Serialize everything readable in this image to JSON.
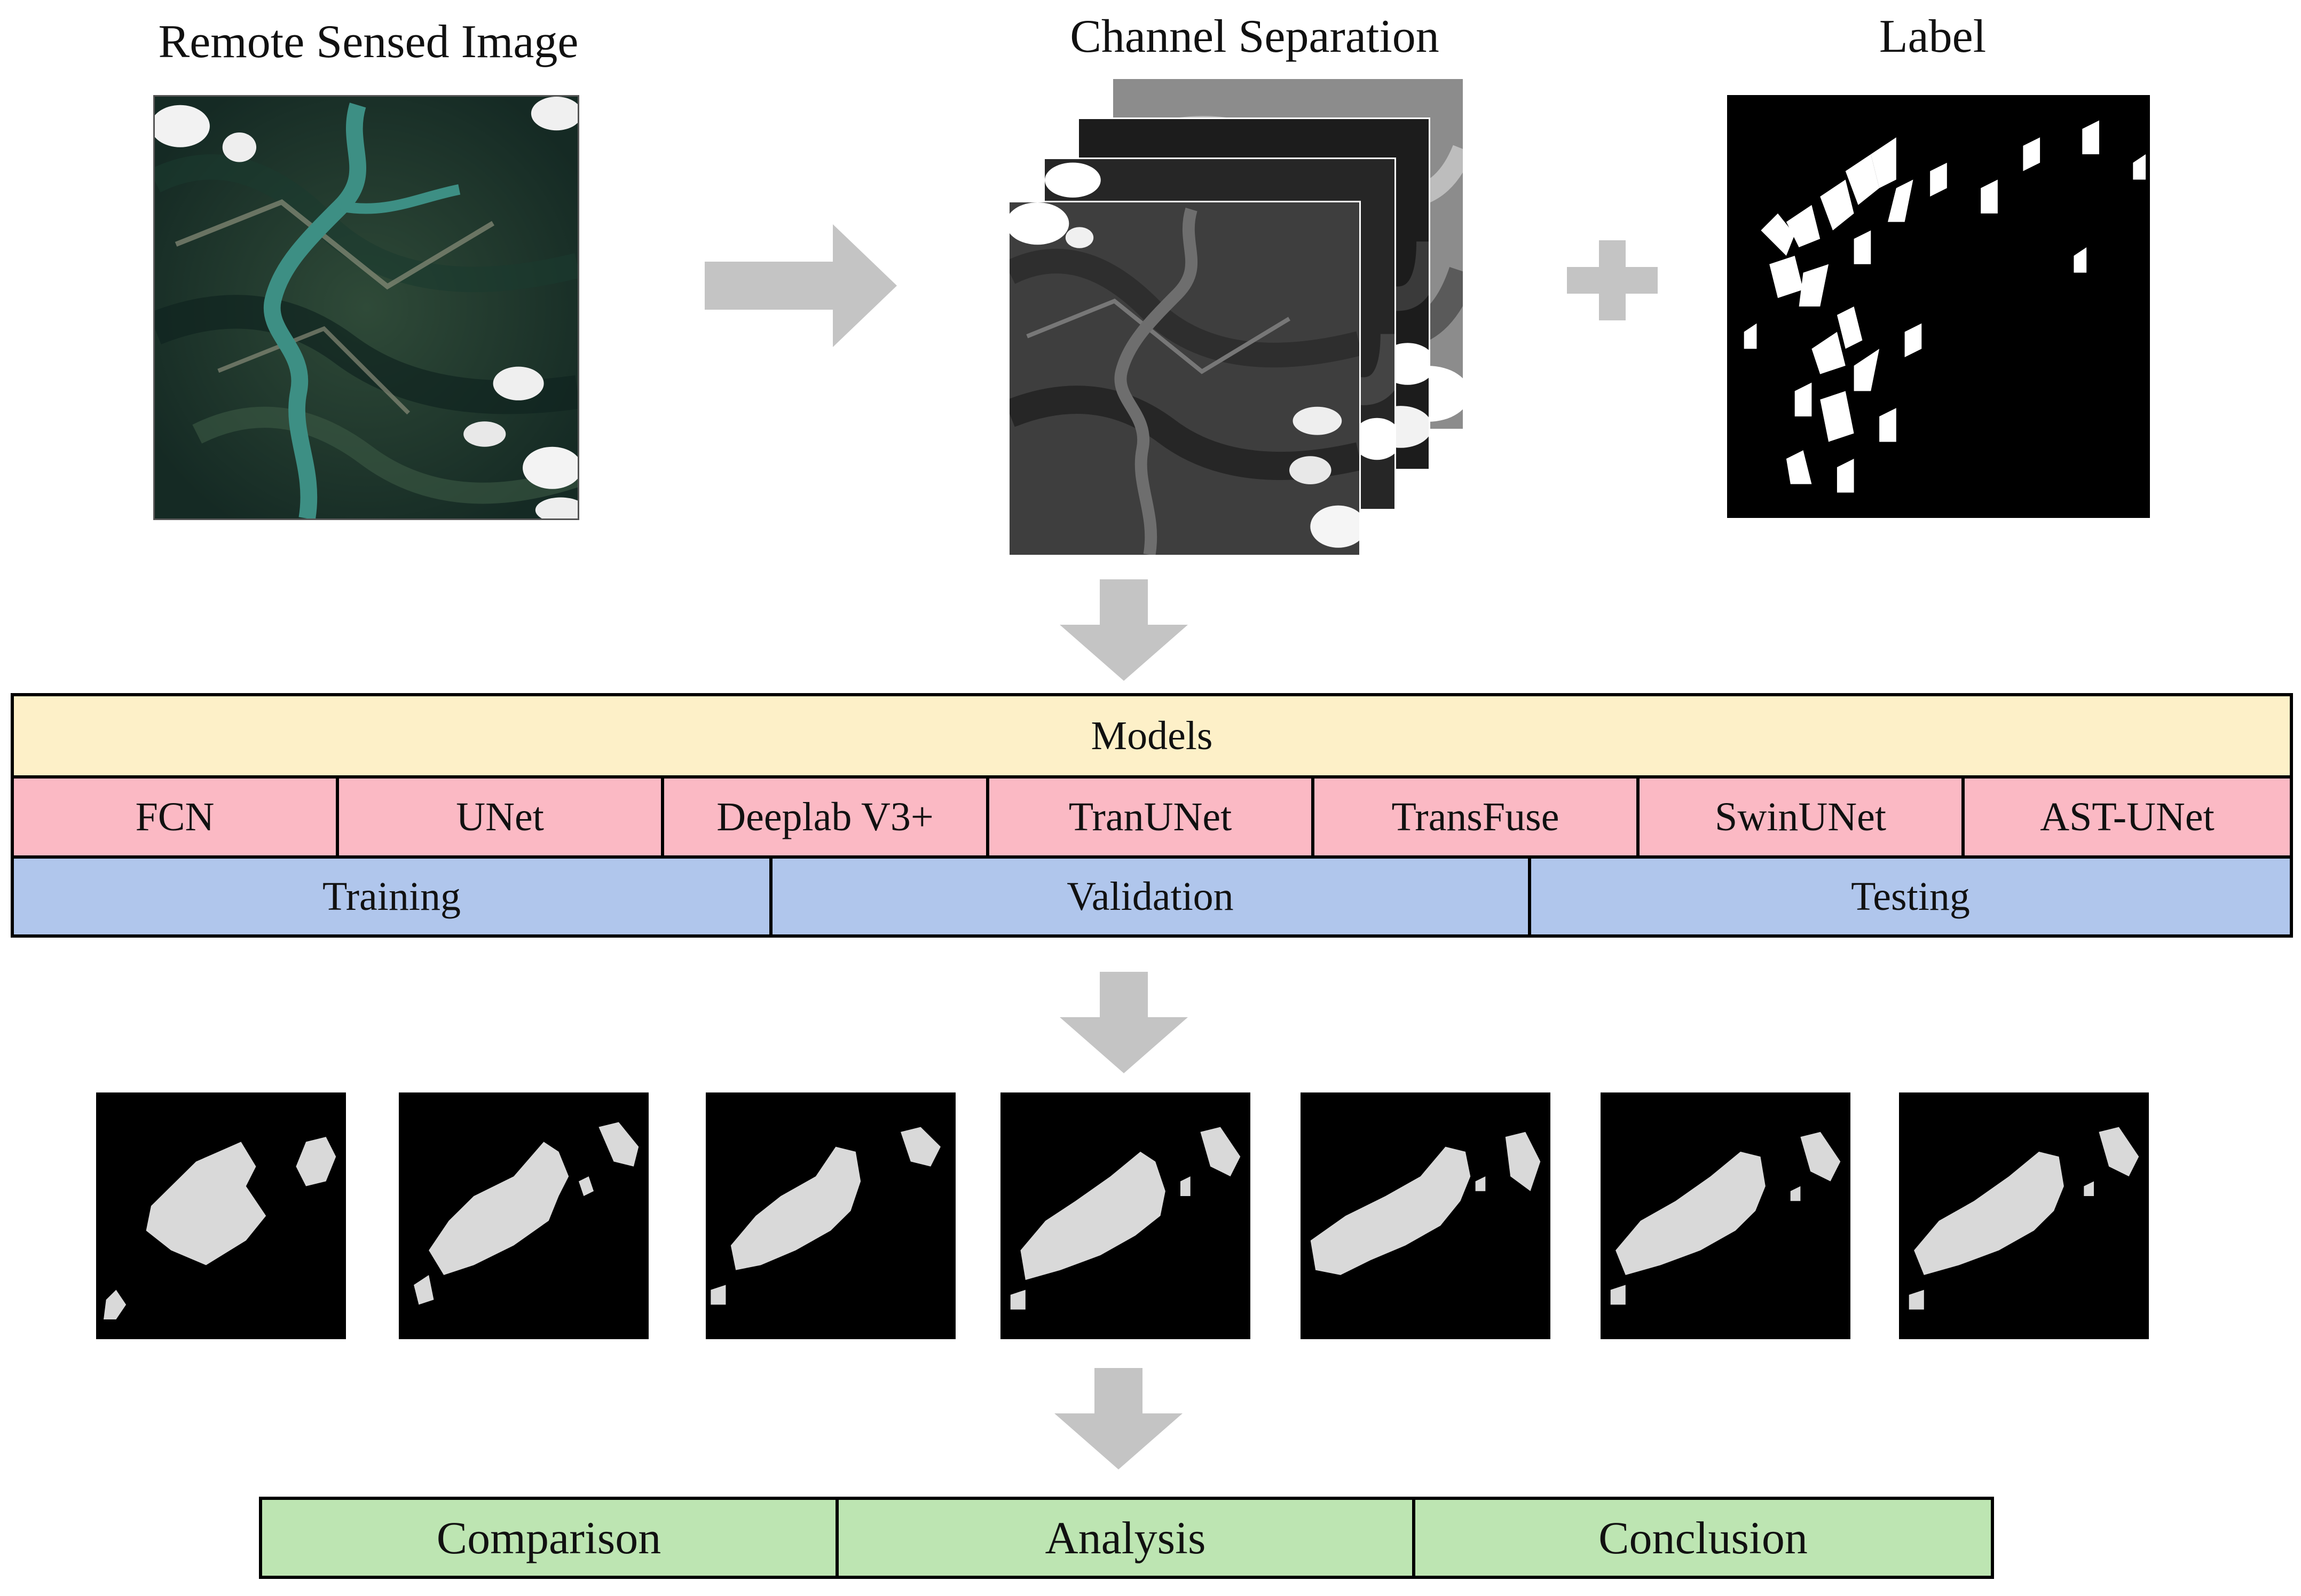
{
  "captions": {
    "remote_sensed": "Remote Sensed Image",
    "channel_separation": "Channel Separation",
    "label": "Label"
  },
  "models_header": "Models",
  "models": [
    "FCN",
    "UNet",
    "Deeplab V3+",
    "TranUNet",
    "TransFuse",
    "SwinUNet",
    "AST-UNet"
  ],
  "splits": [
    "Training",
    "Validation",
    "Testing"
  ],
  "outcomes": [
    "Comparison",
    "Analysis",
    "Conclusion"
  ],
  "colors": {
    "models_header_bg": "#fdf0c8",
    "models_bg": "#fbb9c4",
    "splits_bg": "#b0c6ec",
    "outcomes_bg": "#bde5b2",
    "arrow": "#c4c4c4",
    "mask_fg": "#d9d9d9"
  },
  "icons": [
    "right-arrow-icon",
    "down-arrow-icon",
    "plus-icon"
  ]
}
